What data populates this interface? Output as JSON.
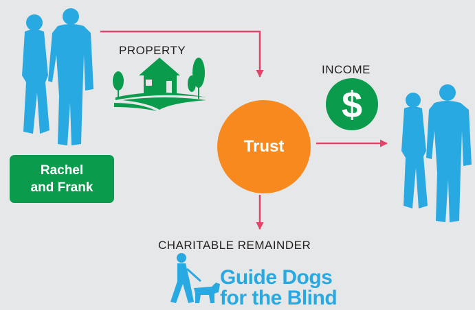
{
  "captions": {
    "property": "PROPERTY",
    "income": "INCOME",
    "remainder": "CHARITABLE REMAINDER"
  },
  "donors": {
    "line1": "Rachel",
    "line2": "and Frank"
  },
  "trust": {
    "label": "Trust"
  },
  "income_symbol": "$",
  "logo": {
    "line1": "Guide Dogs",
    "line2": "for the Blind"
  },
  "colors": {
    "background": "#e6e7e8",
    "people": "#29a9e1",
    "green": "#0a9b4d",
    "trust_orange": "#f7891f",
    "arrow": "#e0466a"
  },
  "icons": [
    "couple-silhouette-icon",
    "house-icon",
    "dollar-coin-icon",
    "guide-dog-icon"
  ]
}
